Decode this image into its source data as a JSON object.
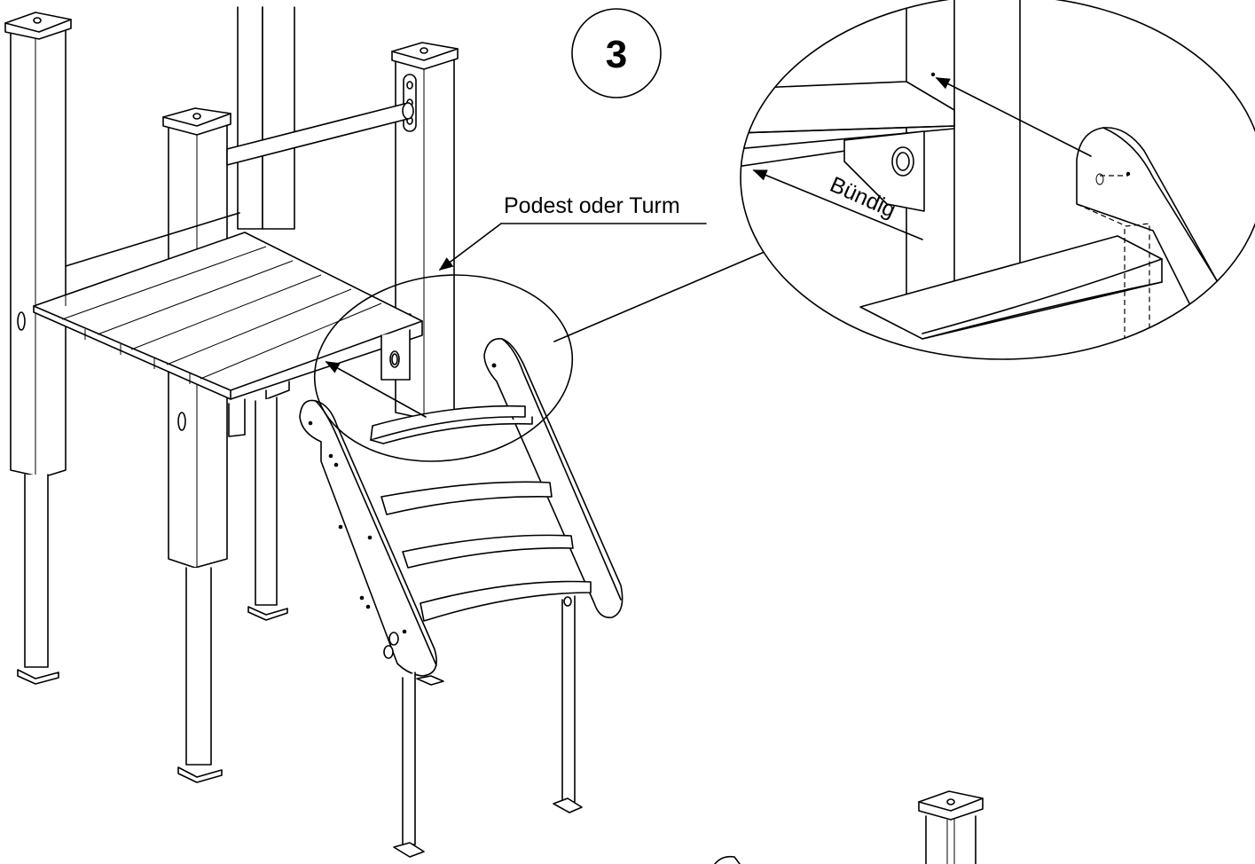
{
  "step": {
    "number": "3"
  },
  "labels": {
    "platform": "Podest oder Turm",
    "flush": "Bündig"
  },
  "icons": {
    "step_badge": "circled-number-icon",
    "arrows": "leader-arrow-icon"
  },
  "colors": {
    "line": "#000000",
    "background": "#ffffff"
  }
}
